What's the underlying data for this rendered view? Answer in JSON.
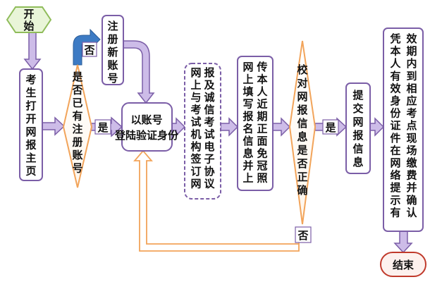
{
  "nodes": {
    "start": "开始",
    "open_homepage": "考生打开网报主页",
    "has_account_question": "是否已有注册账号",
    "register_account": "注册新账号",
    "login_verify": "以账号登陆验证身份",
    "sign_agreement": "网上与考试机构签订网报及诚信考试电子协议",
    "fill_info": "网上填写报名信息并上传本人近期正面免冠照",
    "verify_question": "校对网报信息是否正确",
    "submit_info": "提交网报信息",
    "confirm_payment": "凭本人有效身份证件在网络提示有效期内到相应考点现场缴费并确认",
    "end": "结束"
  },
  "edge_labels": {
    "no_register": "否",
    "yes_login": "是",
    "yes_submit": "是",
    "no_back": "否"
  },
  "colors": {
    "start_fill": "#e9f5d8",
    "start_stroke": "#8fbc5a",
    "box_stroke": "#7b5ea7",
    "diamond_stroke": "#f2a45a",
    "arrow_purple_fill": "#cdbce8",
    "arrow_purple_stroke": "#7b5ea7",
    "arrow_orange_stroke": "#f2a45a",
    "arrow_blue_fill": "#3d7bc4",
    "end_stroke": "#c0392b",
    "end_fill": "#fdf1ee"
  }
}
